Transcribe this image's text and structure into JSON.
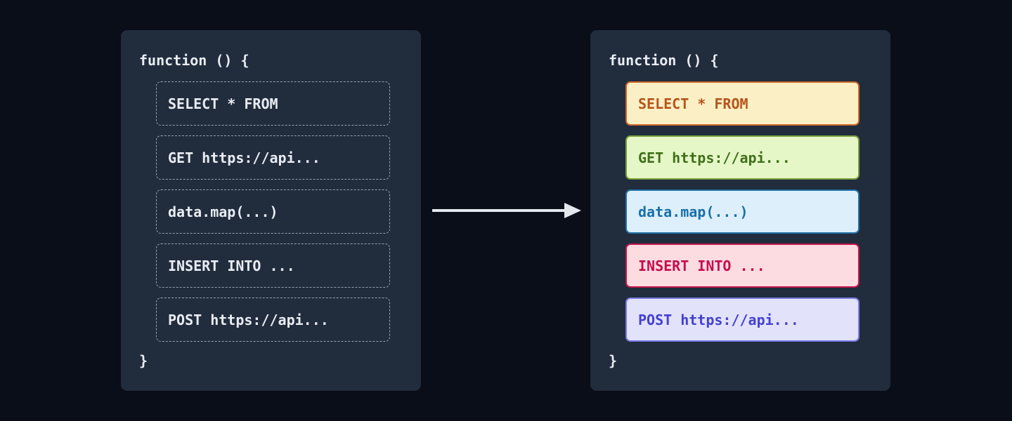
{
  "canvas": {
    "background": "#0a0e19",
    "panel_background": "#212c3d",
    "code_text_color": "#e9edf3",
    "dashed_border_color": "#98a1b0",
    "arrow_color": "#e3e8ef"
  },
  "before": {
    "header": "function () {",
    "footer": "}",
    "statements": [
      "SELECT * FROM",
      "GET https://api...",
      "data.map(...)",
      "INSERT INTO ...",
      "POST https://api..."
    ]
  },
  "after": {
    "header": "function () {",
    "footer": "}",
    "statements": [
      {
        "text": "SELECT * FROM",
        "background": "#fbefc5",
        "border": "#cc6a2a",
        "color": "#b5541a"
      },
      {
        "text": "GET https://api...",
        "background": "#e6f7c7",
        "border": "#7aa13c",
        "color": "#3f701a"
      },
      {
        "text": "data.map(...)",
        "background": "#ddeffb",
        "border": "#2372a8",
        "color": "#1770a8"
      },
      {
        "text": "INSERT INTO ...",
        "background": "#fcdce1",
        "border": "#c2164c",
        "color": "#c60c4e"
      },
      {
        "text": "POST https://api...",
        "background": "#e2e3fb",
        "border": "#7b7ce0",
        "color": "#4540d2"
      }
    ]
  }
}
